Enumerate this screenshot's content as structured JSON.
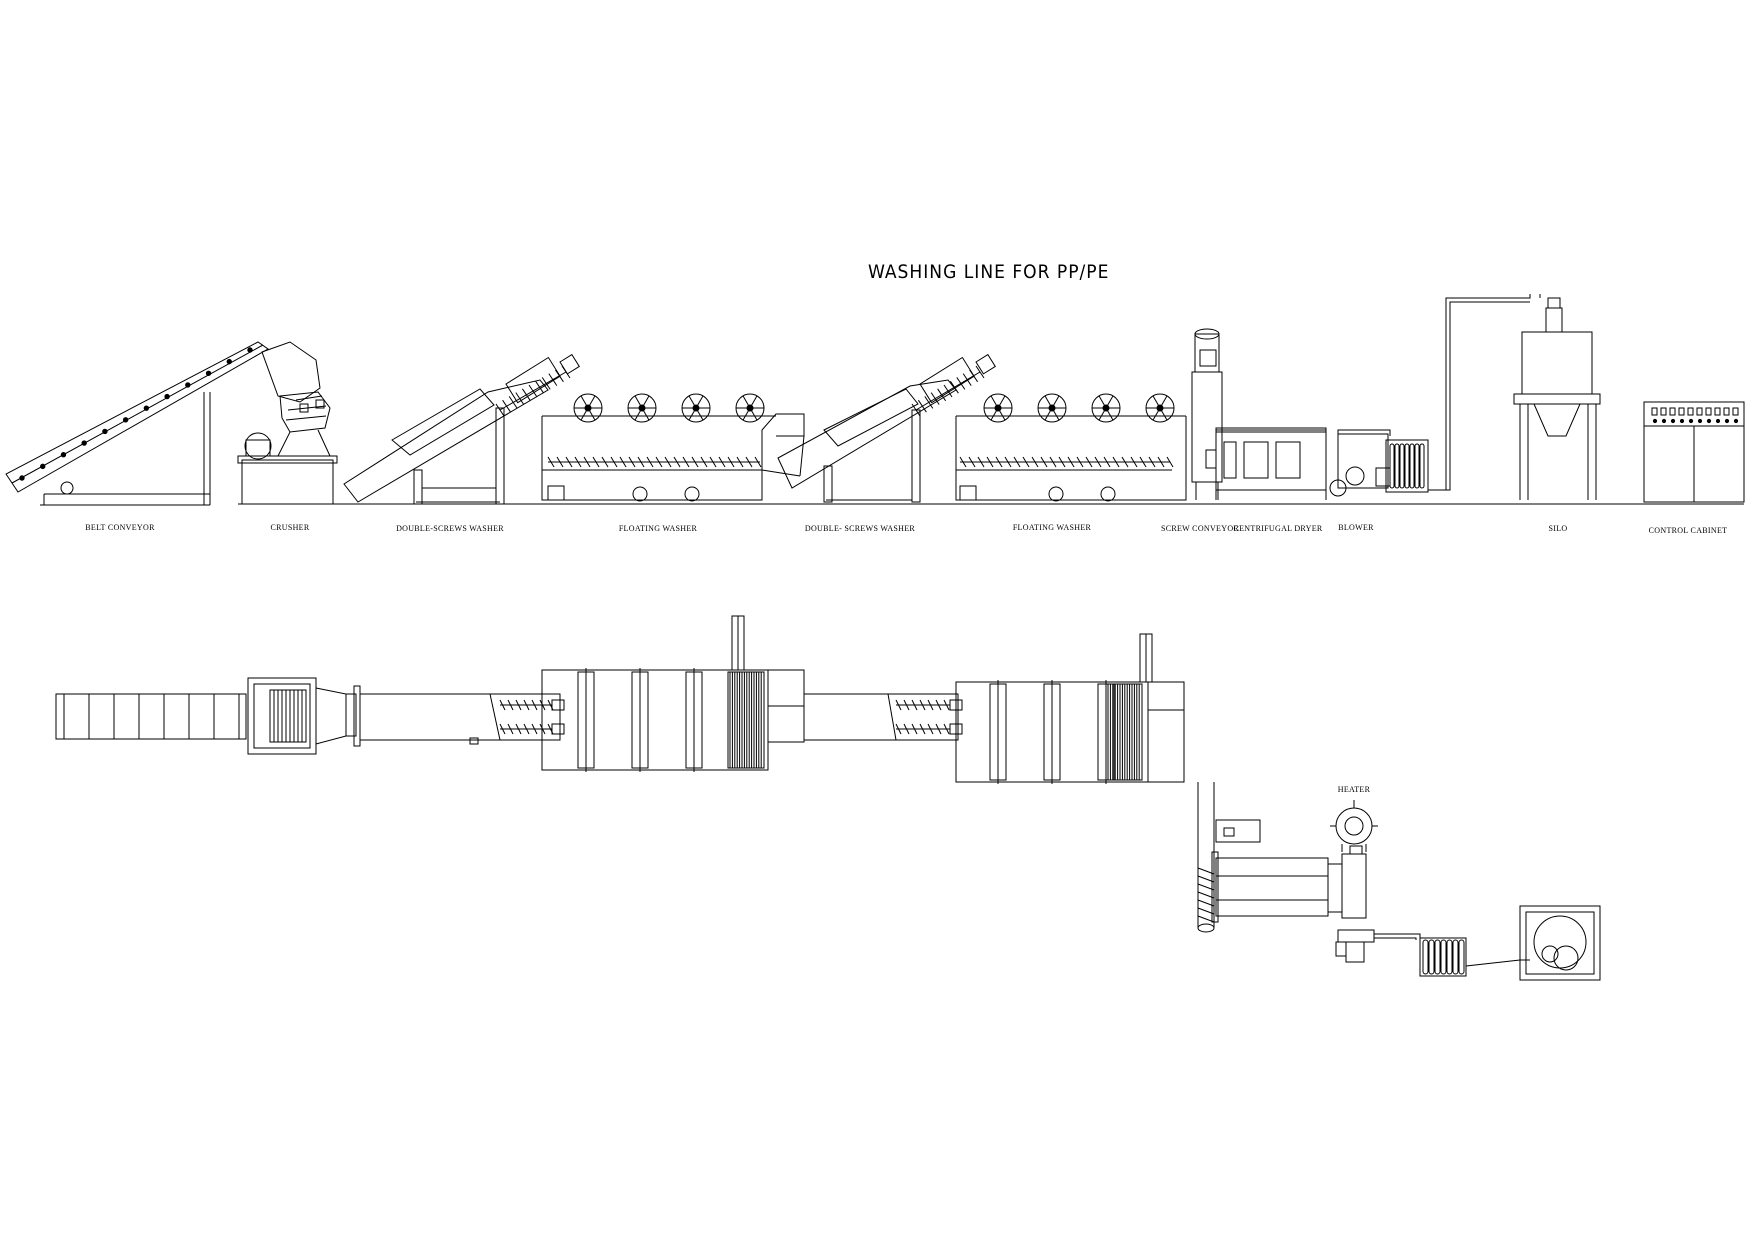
{
  "title": "WASHING LINE FOR PP/PE",
  "stations": [
    {
      "id": "belt_conveyor",
      "label": "BELT CONVEYOR"
    },
    {
      "id": "crusher",
      "label": "CRUSHER"
    },
    {
      "id": "double_screws_washer_1",
      "label": "DOUBLE-SCREWS WASHER"
    },
    {
      "id": "floating_washer_1",
      "label": "FLOATING WASHER"
    },
    {
      "id": "double_screws_washer_2",
      "label": "DOUBLE- SCREWS WASHER"
    },
    {
      "id": "floating_washer_2",
      "label": "FLOATING WASHER"
    },
    {
      "id": "screw_conveyor",
      "label": "SCREW CONVEYOR"
    },
    {
      "id": "centrifugal_dryer",
      "label": "CENTRIFUGAL DRYER"
    },
    {
      "id": "blower",
      "label": "BLOWER"
    },
    {
      "id": "silo",
      "label": "SILO"
    },
    {
      "id": "control_cabinet",
      "label": "CONTROL CABINET"
    }
  ],
  "plan_view": {
    "heater_label": "HEATER"
  },
  "colors": {
    "line": "#000000",
    "background": "#ffffff"
  }
}
